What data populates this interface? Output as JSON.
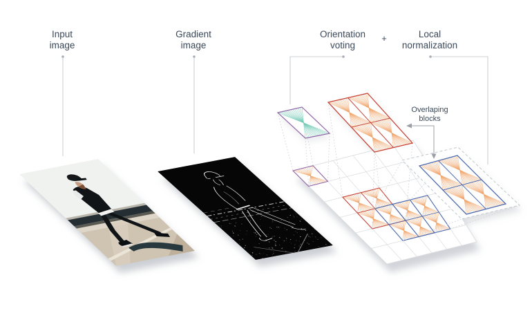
{
  "labels": {
    "input_image": {
      "line1": "Input",
      "line2": "image"
    },
    "gradient_image": {
      "line1": "Gradient",
      "line2": "image"
    },
    "orientation_voting": {
      "line1": "Orientation",
      "line2": "voting"
    },
    "plus": "+",
    "local_normalization": {
      "line1": "Local",
      "line2": "normalization"
    },
    "overlapping_blocks": {
      "line1": "Overlaping",
      "line2": "blocks"
    }
  },
  "colors": {
    "label_text": "#3b4859",
    "connector_line": "#ccd0d4",
    "connector_dot": "#a8adb5",
    "arrow": "#9aa0a6",
    "grid_line": "#d9dcdf",
    "plane_fill": "#ffffff",
    "plane_edge": "#dfe2e5",
    "cell_purple": "#9165a8",
    "block_red": "#c8453a",
    "block_blue": "#4d6cb0",
    "burst_teal": "#6ec8b3",
    "burst_orange": "#f0a266",
    "dashed_plane": "#c6cbd1",
    "projection_dots": "#cfd3d8",
    "shadow": "#99a0aa"
  }
}
